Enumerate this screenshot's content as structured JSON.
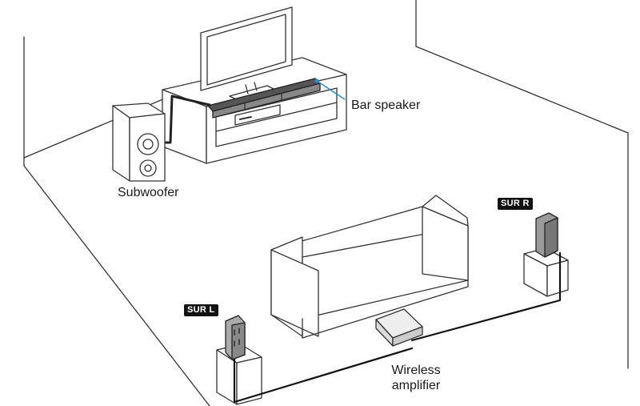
{
  "labels": {
    "bar_speaker": "Bar speaker",
    "subwoofer": "Subwoofer",
    "wireless_amplifier_line1": "Wireless",
    "wireless_amplifier_line2": "amplifier",
    "sur_l": "SUR L",
    "sur_r": "SUR R"
  },
  "colors": {
    "line": "#333333",
    "leader": "#1e8fd6",
    "badge_bg": "#111111",
    "badge_text": "#ffffff"
  }
}
